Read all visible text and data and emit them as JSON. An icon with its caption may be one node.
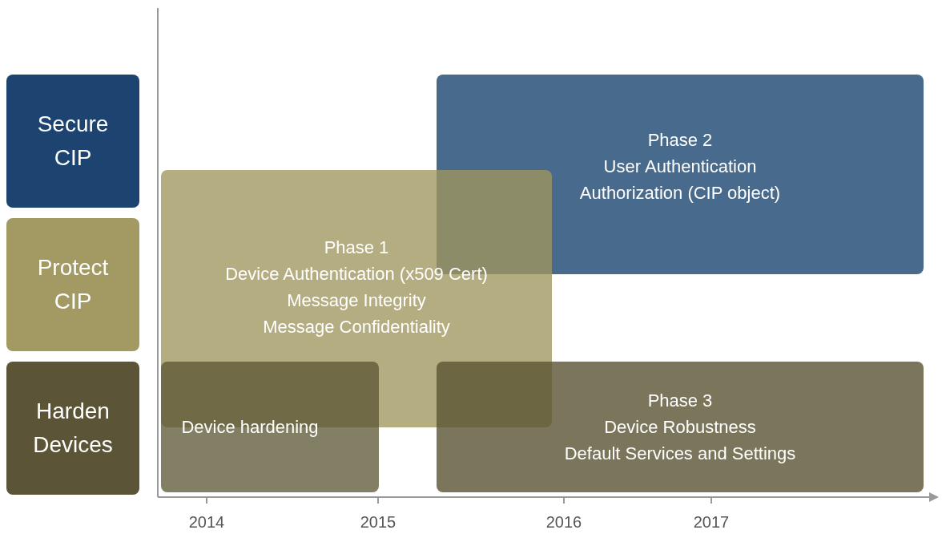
{
  "diagram": {
    "nodes": [
      {
        "text": [
          "Secure CIP"
        ]
      },
      {
        "text": [
          "Protect CIP"
        ]
      },
      {
        "text": [
          "Harden Devices"
        ]
      },
      {
        "text": [
          "Phase 2",
          "User Authentication",
          "Authorization (CIP object)"
        ]
      },
      {
        "text": [
          "Phase 1",
          "Device Authentication (x509 Cert)",
          "Message Integrity",
          "Message Confidentiality"
        ]
      },
      {
        "text": [
          "Device hardening"
        ]
      },
      {
        "text": [
          "Phase 3",
          "Device Robustness",
          "Default Services and Settings"
        ]
      }
    ],
    "edges": [],
    "labels": [
      "2014",
      "2015",
      "2016",
      "2017"
    ]
  }
}
